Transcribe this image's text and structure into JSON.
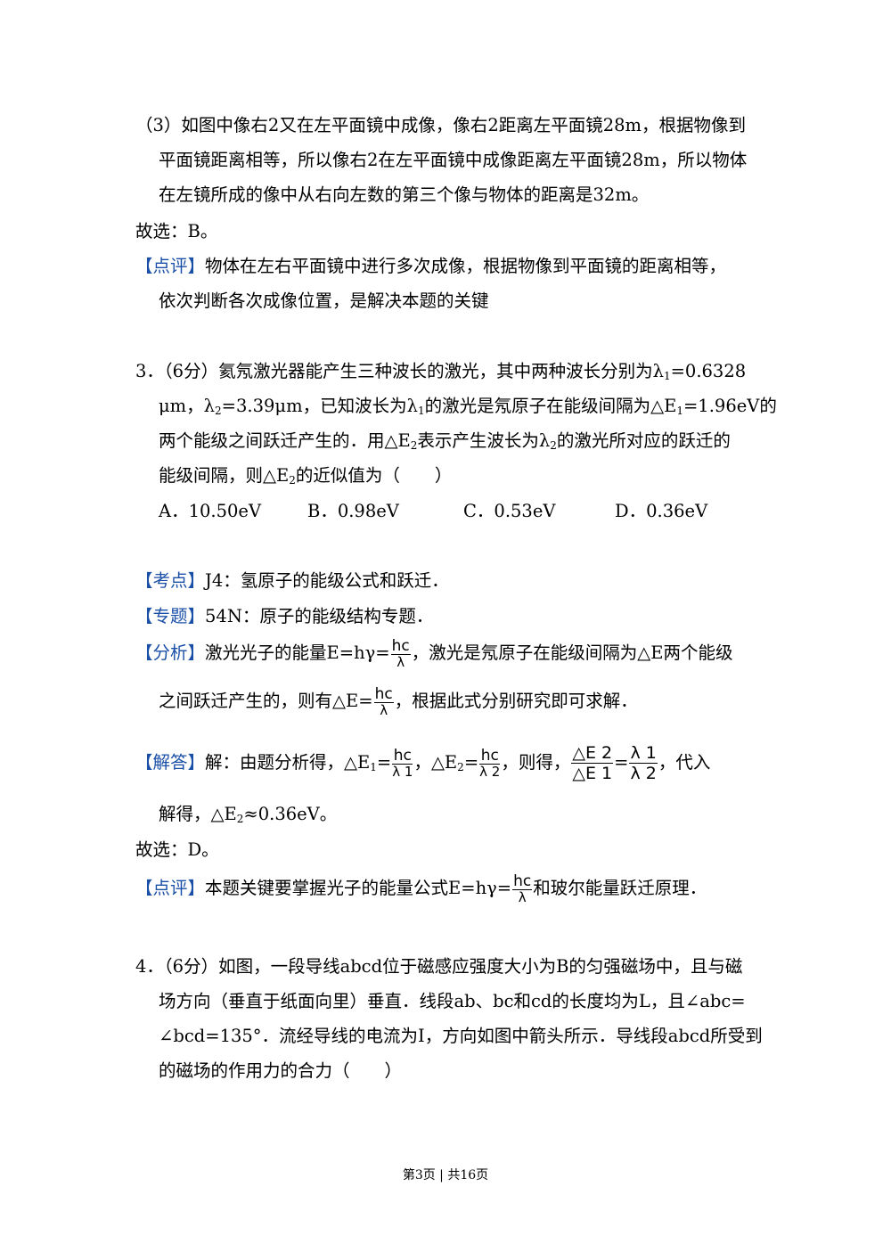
{
  "prev_solution": {
    "part3_line1": "（3）如图中像右2又在左平面镜中成像，像右2距离左平面镜28m，根据物像到",
    "part3_line2": "平面镜距离相等，所以像右2在左平面镜中成像距离左平面镜28m，所以物体",
    "part3_line3": "在左镜所成的像中从右向左数的第三个像与物体的距离是32m。",
    "choice": "故选：B。",
    "comment_tag": "【点评】",
    "comment_line1": "物体在左右平面镜中进行多次成像，根据物像到平面镜的距离相等，",
    "comment_line2": "依次判断各次成像位置，是解决本题的关键"
  },
  "q3": {
    "line1_a": "3．（6分）氦氖激光器能产生三种波长的激光，其中两种波长分别为λ",
    "line1_sub": "1",
    "line1_b": "=0.6328",
    "line2_a": "μm，λ",
    "line2_sub1": "2",
    "line2_b": "=3.39μm，已知波长为λ",
    "line2_sub2": "1",
    "line2_c": "的激光是氖原子在能级间隔为△E",
    "line2_sub3": "1",
    "line2_d": "=1.96eV的",
    "line3_a": "两个能级之间跃迁产生的．用△E",
    "line3_sub1": "2",
    "line3_b": "表示产生波长为λ",
    "line3_sub2": "2",
    "line3_c": "的激光所对应的跃迁的",
    "line4_a": "能级间隔，则△E",
    "line4_sub": "2",
    "line4_b": "的近似值为（　　）",
    "options": [
      "A．10.50eV",
      "B．0.98eV",
      "C．0.53eV",
      "D．0.36eV"
    ],
    "kaodian_tag": "【考点】",
    "kaodian": "J4：氢原子的能级公式和跃迁．",
    "zhuanti_tag": "【专题】",
    "zhuanti": "54N：原子的能级结构专题．",
    "fenxi_tag": "【分析】",
    "fenxi_a": "激光光子的能量E=hγ=",
    "frac_num": "hc",
    "frac_den": "λ",
    "fenxi_b": "，激光是氖原子在能级间隔为△E两个能级",
    "fenxi2_a": "之间跃迁产生的，则有△E=",
    "fenxi2_b": "，根据此式分别研究即可求解．",
    "jieda_tag": "【解答】",
    "jieda_a": "解：由题分析得，△E",
    "jieda_sub1": "1",
    "jieda_eq": "=",
    "lam1": "λ 1",
    "jieda_b": "，△E",
    "jieda_sub2": "2",
    "lam2": "λ 2",
    "jieda_c": "，则得，",
    "dE2": "△E 2",
    "dE1": "△E 1",
    "jieda_d": "，代入",
    "jieda2_a": "解得，△E",
    "jieda2_sub": "2",
    "jieda2_b": "≈0.36eV。",
    "choice": "故选：D。",
    "dianping_tag": "【点评】",
    "dianping_a": "本题关键要掌握光子的能量公式E=hγ=",
    "dianping_b": "和玻尔能量跃迁原理．"
  },
  "q4": {
    "line1": "4．（6分）如图，一段导线abcd位于磁感应强度大小为B的匀强磁场中，且与磁",
    "line2": "场方向（垂直于纸面向里）垂直．线段ab、bc和cd的长度均为L，且∠abc=",
    "line3": "∠bcd=135°．流经导线的电流为I，方向如图中箭头所示．导线段abcd所受到",
    "line4": "的磁场的作用力的合力（　　）"
  },
  "footer": "第3页 | 共16页"
}
